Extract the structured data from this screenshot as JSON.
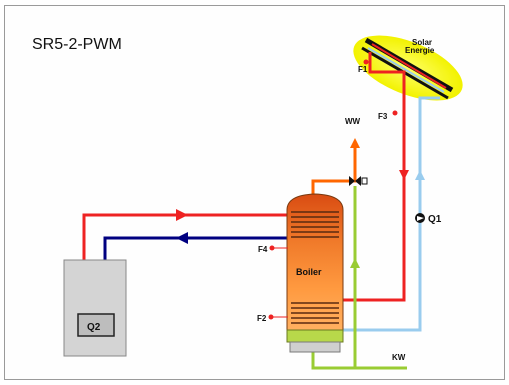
{
  "title": "SR5-2-PWM",
  "collector": {
    "line1": "Solar",
    "line2": "Energie"
  },
  "sensors": {
    "f1": "F1",
    "f2": "F2",
    "f3": "F3",
    "f4": "F4"
  },
  "labels": {
    "ww": "WW",
    "kw": "KW",
    "q1": "Q1",
    "q2": "Q2",
    "boiler": "Boiler"
  },
  "colors": {
    "hot": "#ee2222",
    "cold": "#99ccee",
    "heater_flow": "#000080",
    "domestic_hot": "#ff6600",
    "domestic_cold": "#99cc33",
    "collector_glow": "#ffff55",
    "tank": "#ff9933"
  }
}
